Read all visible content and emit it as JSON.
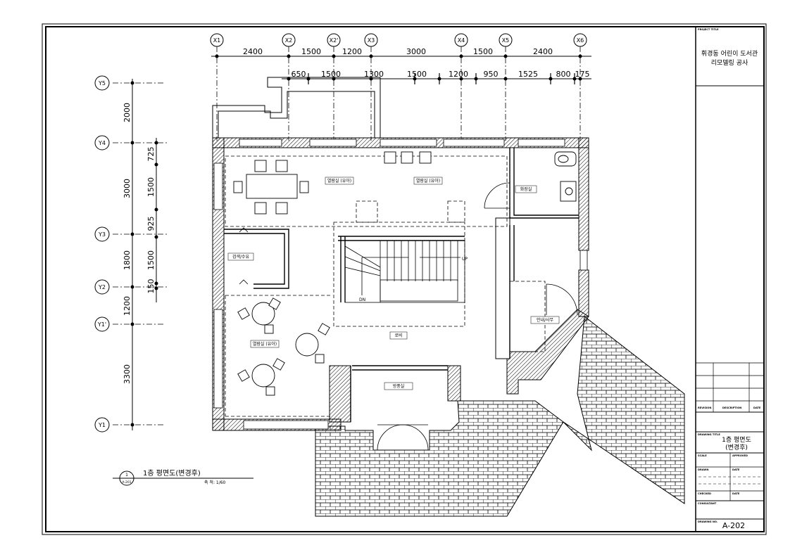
{
  "project": {
    "label": "PROJECT TITLE",
    "title_line1": "휘경동 어린이 도서관",
    "title_line2": "리모델링 공사"
  },
  "title_block": {
    "revision": "REVISION",
    "description": "DESCRIPTION",
    "date": "DATE",
    "drawing_title_label": "DRAWING TITLE",
    "drawing_title_line1": "1층 평면도",
    "drawing_title_line2": "(변경후)",
    "scale": "SCALE",
    "approved": "APPROVED",
    "drawn": "DRAWN",
    "date2": "DATE",
    "checked": "CHECKED",
    "date3": "DATE",
    "consultant": "CONSULTANT",
    "drawing_no_label": "DRAWING NO.",
    "drawing_no": "A-202"
  },
  "caption": {
    "number": "1",
    "sheet_ref": "A-201",
    "title": "1층 평면도(변경후)",
    "scale": "축 척: 1/60"
  },
  "grid": {
    "x_bubbles": [
      "X1",
      "X2",
      "X2'",
      "X3",
      "X4",
      "X5",
      "X6"
    ],
    "y_bubbles": [
      "Y5",
      "Y4",
      "Y3",
      "Y2",
      "Y1'",
      "Y1"
    ],
    "top_dims": [
      "2400",
      "1500",
      "1200",
      "3000",
      "1500",
      "2400"
    ],
    "top_dims2": [
      "650",
      "1500",
      "1300",
      "1500",
      "1200",
      "950",
      "1525",
      "800",
      "175"
    ],
    "left_dims": [
      "2000",
      "3000",
      "1800",
      "1200",
      "3300"
    ],
    "left_dims2": [
      "725",
      "1500",
      "925",
      "1500",
      "150"
    ]
  },
  "rooms": {
    "reading1": "열람실 (유아)",
    "reading2": "열람실 (유아)",
    "reading3": "열람실 (유아)",
    "toilet": "화장실",
    "storage": "검색/수유",
    "info": "안내/사무",
    "lobby": "로비",
    "windbreak": "방풍실",
    "stair_up": "UP",
    "stair_dn": "DN"
  }
}
